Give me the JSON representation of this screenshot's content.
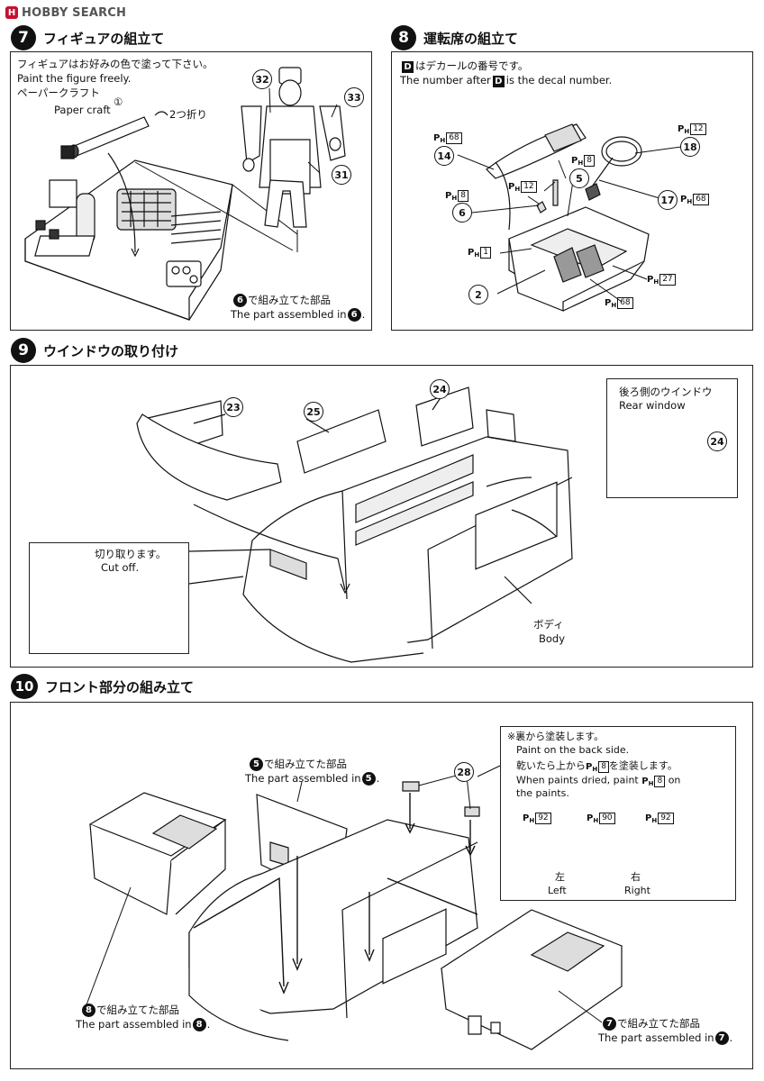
{
  "header": {
    "logo_mark": "H",
    "logo_text": "HOBBY SEARCH"
  },
  "step7": {
    "number": "7",
    "title": "フィギュアの組立て",
    "note_jp": "フィギュアはお好みの色で塗って下さい。",
    "note_en": "Paint the figure freely.",
    "papercraft_jp": "ペーパークラフト",
    "papercraft_en": "Paper craft",
    "papercraft_num": "①",
    "fold_label": "2つ折り",
    "part_32": "32",
    "part_33": "33",
    "part_31": "31",
    "assembled_num": "6",
    "assembled_jp": "で組み立てた部品",
    "assembled_en": "The part assembled in"
  },
  "step8": {
    "number": "8",
    "title": "運転席の組立て",
    "decal_key": "D",
    "decal_note_jp": "はデカールの番号です。",
    "decal_note_en_pre": "The number after",
    "decal_note_en_post": "is the decal number.",
    "ph_prefix_p": "P",
    "ph_prefix_h": "H",
    "decal_68_a": "68",
    "decal_12_a": "12",
    "decal_8_a": "8",
    "decal_8_b": "8",
    "decal_12_b": "12",
    "decal_68_b": "68",
    "decal_1": "1",
    "decal_27": "27",
    "decal_68_c": "68",
    "part_14": "14",
    "part_18": "18",
    "part_5": "5",
    "part_6": "6",
    "part_17": "17",
    "part_2": "2"
  },
  "step9": {
    "number": "9",
    "title": "ウインドウの取り付け",
    "part_23": "23",
    "part_25": "25",
    "part_24": "24",
    "rear_jp": "後ろ側のウインドウ",
    "rear_en": "Rear window",
    "rear_part": "24",
    "cutoff_jp": "切り取ります。",
    "cutoff_en": "Cut off.",
    "body_jp": "ボディ",
    "body_en": "Body"
  },
  "step10": {
    "number": "10",
    "title": "フロント部分の組み立て",
    "asm5_num": "5",
    "asm5_jp": "で組み立てた部品",
    "asm5_en": "The part assembled in",
    "part_28": "28",
    "paint_note_1": "※裏から塗装します。",
    "paint_note_2": "Paint on the back side.",
    "paint_note_3_pre": "乾いたら上から",
    "paint_note_3_post": "を塗装します。",
    "paint_note_4_pre": "When paints dried, paint",
    "paint_note_4_post": "on",
    "paint_note_5": "the paints.",
    "paint_decal_8a": "8",
    "paint_decal_8b": "8",
    "color_92_left": "92",
    "color_90": "90",
    "color_92_right": "92",
    "left_jp": "左",
    "left_en": "Left",
    "right_jp": "右",
    "right_en": "Right",
    "asm8_num": "8",
    "asm8_jp": "で組み立てた部品",
    "asm8_en": "The part assembled in",
    "asm7_num": "7",
    "asm7_jp": "で組み立てた部品",
    "asm7_en": "The part assembled in"
  }
}
